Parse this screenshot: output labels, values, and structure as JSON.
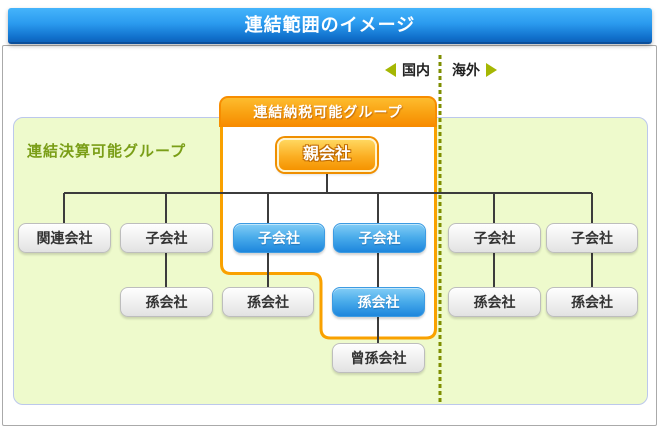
{
  "title_bar": {
    "title": "連結範囲のイメージ"
  },
  "region_labels": {
    "domestic": "国内",
    "overseas": "海外"
  },
  "group_labels": {
    "consolidated_accounting": "連結決算可能グループ",
    "consolidated_tax": "連結納税可能グループ"
  },
  "org_nodes": [
    {
      "id": "parent-company",
      "label": "親会社",
      "style": "parent"
    },
    {
      "id": "affiliate-company",
      "label": "関連会社",
      "style": "gray"
    },
    {
      "id": "subsidiary-domestic",
      "label": "子会社",
      "style": "gray"
    },
    {
      "id": "subsidiary-tax-1",
      "label": "子会社",
      "style": "blue"
    },
    {
      "id": "subsidiary-tax-2",
      "label": "子会社",
      "style": "blue"
    },
    {
      "id": "subsidiary-overseas-1",
      "label": "子会社",
      "style": "gray"
    },
    {
      "id": "subsidiary-overseas-2",
      "label": "子会社",
      "style": "gray"
    },
    {
      "id": "grandchild-domestic-1",
      "label": "孫会社",
      "style": "gray"
    },
    {
      "id": "grandchild-domestic-2",
      "label": "孫会社",
      "style": "gray"
    },
    {
      "id": "grandchild-tax",
      "label": "孫会社",
      "style": "blue"
    },
    {
      "id": "grandchild-overseas-1",
      "label": "孫会社",
      "style": "gray"
    },
    {
      "id": "grandchild-overseas-2",
      "label": "孫会社",
      "style": "gray"
    },
    {
      "id": "great-grandchild",
      "label": "曾孫会社",
      "style": "gray"
    }
  ],
  "colors": {
    "title_bar_top": "#45b4fb",
    "title_bar_bottom": "#0d62bb",
    "green_panel_bg": "#eefacc",
    "green_panel_border": "#bcc8ec",
    "green_label_text": "#7a9e17",
    "tax_group_orange": "#f9a100",
    "parent_gradient_top": "#ffd75f",
    "parent_gradient_bottom": "#f59300",
    "blue_node_top": "#83cdf6",
    "blue_node_bottom": "#1d86dd",
    "gray_node_top": "#fefefe",
    "gray_node_bottom": "#e2e2e2",
    "connector_line": "#3c3c3c",
    "divider_dotted": "#7e8e00",
    "arrow_green": "#a5b703"
  }
}
